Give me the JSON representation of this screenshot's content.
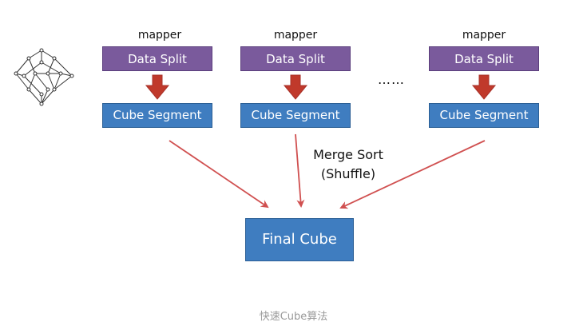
{
  "mappers": [
    {
      "mapper_label": "mapper",
      "split_label": "Data Split",
      "segment_label": "Cube Segment"
    },
    {
      "mapper_label": "mapper",
      "split_label": "Data Split",
      "segment_label": "Cube Segment"
    },
    {
      "mapper_label": "mapper",
      "split_label": "Data Split",
      "segment_label": "Cube Segment"
    }
  ],
  "ellipsis": "……",
  "merge_label_line1": "Merge Sort",
  "merge_label_line2": "(Shuffle)",
  "final_label": "Final Cube",
  "caption": "快速Cube算法",
  "colors": {
    "split_fill": "#7a5a9c",
    "segment_fill": "#3f7dc0",
    "down_arrow": "#c0392b",
    "flow_arrow": "#d05050"
  },
  "icons": {
    "cube_lattice": "lattice-graph-icon"
  }
}
